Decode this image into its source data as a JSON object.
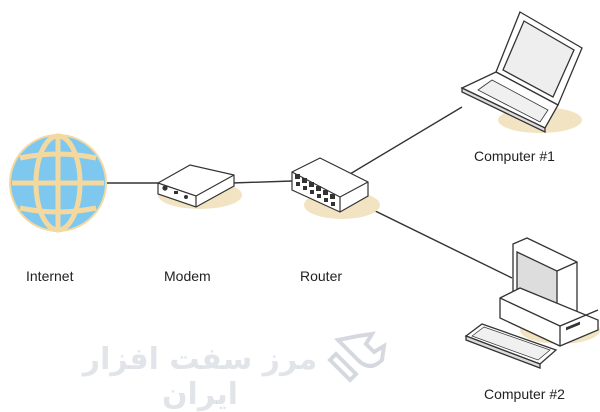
{
  "colors": {
    "globe": "#7ec8f0",
    "globe_lines": "#f3d9a0",
    "shadow": "#f2e3c2",
    "device_fill": "#ffffff",
    "device_stroke": "#333333",
    "link": "#333333",
    "watermark": "#c8ccd4"
  },
  "nodes": {
    "internet": {
      "label": "Internet",
      "icon": "globe-icon"
    },
    "modem": {
      "label": "Modem",
      "icon": "modem-icon"
    },
    "router": {
      "label": "Router",
      "icon": "router-icon"
    },
    "computer1": {
      "label": "Computer #1",
      "icon": "laptop-icon"
    },
    "computer2": {
      "label": "Computer #2",
      "icon": "desktop-computer-icon"
    }
  },
  "links": [
    [
      "internet",
      "modem"
    ],
    [
      "modem",
      "router"
    ],
    [
      "router",
      "computer1"
    ],
    [
      "router",
      "computer2"
    ]
  ],
  "watermark": {
    "text": "مرز سفت افزار ایران",
    "icon": "wrench-logo-icon"
  }
}
